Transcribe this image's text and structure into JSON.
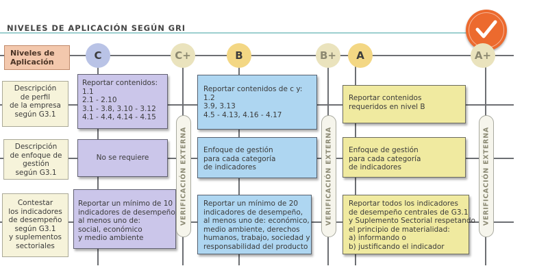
{
  "title": "NIVELES DE APLICACIÓN SEGÚN GRI",
  "badge_icon": "checkmark-icon",
  "colors": {
    "accent_orange": "#ec6a2e",
    "level_c": "#cbc6ea",
    "level_b": "#aed6f1",
    "level_a": "#f0eaa0",
    "row_label": "#f6f3da",
    "header": "#f3c8ad"
  },
  "header_label": [
    "Niveles de",
    "Aplicación"
  ],
  "levels": {
    "c": "C",
    "c_plus": "C+",
    "b": "B",
    "b_plus": "B+",
    "a": "A",
    "a_plus": "A+"
  },
  "verification_label": "VERIFICACIÓN EXTERNA",
  "rows": [
    {
      "label": [
        "Descripción",
        "de perfil",
        "de la empresa",
        "según G3.1"
      ],
      "c": [
        "Reportar contenidos:",
        "1.1",
        "2.1 - 2.10",
        "3.1 - 3.8, 3.10 - 3.12",
        "4.1 - 4.4, 4.14 - 4.15"
      ],
      "b": [
        "Reportar contenidos de c y:",
        "1.2",
        "3.9, 3.13",
        "4.5 - 4.13, 4.16 - 4.17"
      ],
      "a": [
        "Reportar contenidos",
        "requeridos en nivel B"
      ]
    },
    {
      "label": [
        "Descripción",
        "de enfoque de",
        "gestión",
        "según G3.1"
      ],
      "c": [
        "No se requiere"
      ],
      "b": [
        "Enfoque de gestión",
        "para cada categoría",
        "de indicadores"
      ],
      "a": [
        "Enfoque de gestión",
        "para cada categoría",
        "de indicadores"
      ]
    },
    {
      "label": [
        "Contestar",
        "los indicadores",
        "de desempeño",
        "según G3.1",
        "y suplementos",
        "sectoriales"
      ],
      "c": [
        "Reportar un mínimo de 10",
        "indicadores de desempeño,",
        "al menos uno de:",
        "social, económico",
        "y medio ambiente"
      ],
      "b": [
        "Reportar un mínimo de 20",
        "indicadores de desempeño,",
        "al menos uno de: económico,",
        "medio ambiente, derechos",
        "humanos, trabajo, sociedad y",
        "responsabilidad del producto"
      ],
      "a": [
        "Reportar todos los indicadores",
        "de desempeño centrales de G3.1",
        "y Suplemento Sectorial respetando",
        "el principio de materialidad:",
        "a) informando o",
        "b) justificando el indicador"
      ]
    }
  ]
}
